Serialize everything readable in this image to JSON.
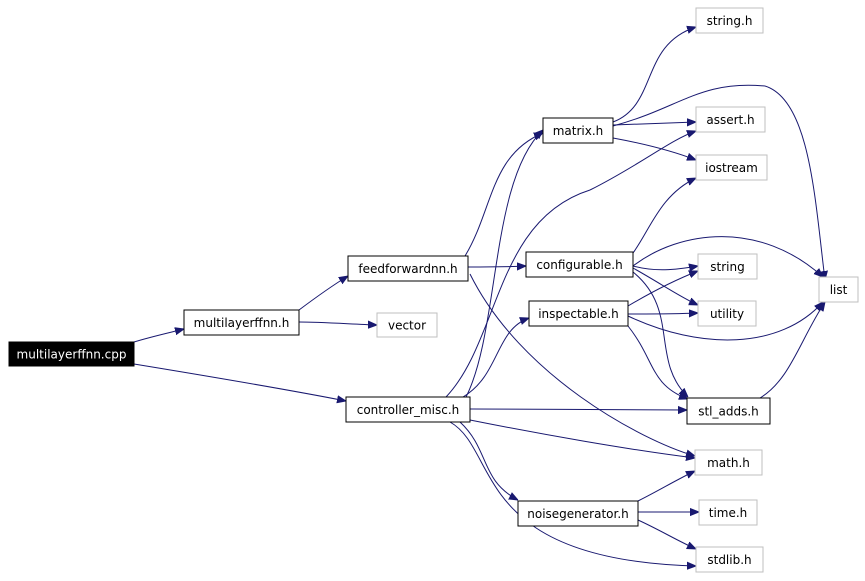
{
  "diagram": {
    "type": "include-dependency-graph",
    "colors": {
      "edge": "#191970",
      "root_fill": "#000000",
      "root_text": "#ffffff",
      "node_border": "#000000",
      "external_border": "#bfbfbf"
    },
    "nodes": [
      {
        "id": "multilayerffnn_cpp",
        "label": "multilayerffnn.cpp",
        "kind": "root"
      },
      {
        "id": "multilayerffnn_h",
        "label": "multilayerffnn.h",
        "kind": "file"
      },
      {
        "id": "feedforwardnn_h",
        "label": "feedforwardnn.h",
        "kind": "file"
      },
      {
        "id": "controller_misc_h",
        "label": "controller_misc.h",
        "kind": "file"
      },
      {
        "id": "vector",
        "label": "vector",
        "kind": "external"
      },
      {
        "id": "matrix_h",
        "label": "matrix.h",
        "kind": "file"
      },
      {
        "id": "configurable_h",
        "label": "configurable.h",
        "kind": "file"
      },
      {
        "id": "inspectable_h",
        "label": "inspectable.h",
        "kind": "file"
      },
      {
        "id": "noisegenerator_h",
        "label": "noisegenerator.h",
        "kind": "file"
      },
      {
        "id": "stl_adds_h",
        "label": "stl_adds.h",
        "kind": "file"
      },
      {
        "id": "string_h",
        "label": "string.h",
        "kind": "external"
      },
      {
        "id": "assert_h",
        "label": "assert.h",
        "kind": "external"
      },
      {
        "id": "iostream",
        "label": "iostream",
        "kind": "external"
      },
      {
        "id": "string",
        "label": "string",
        "kind": "external"
      },
      {
        "id": "utility",
        "label": "utility",
        "kind": "external"
      },
      {
        "id": "math_h",
        "label": "math.h",
        "kind": "external"
      },
      {
        "id": "time_h",
        "label": "time.h",
        "kind": "external"
      },
      {
        "id": "stdlib_h",
        "label": "stdlib.h",
        "kind": "external"
      },
      {
        "id": "list",
        "label": "list",
        "kind": "external"
      }
    ],
    "edges": [
      {
        "from": "multilayerffnn_cpp",
        "to": "multilayerffnn_h"
      },
      {
        "from": "multilayerffnn_cpp",
        "to": "controller_misc_h"
      },
      {
        "from": "multilayerffnn_h",
        "to": "feedforwardnn_h"
      },
      {
        "from": "multilayerffnn_h",
        "to": "vector"
      },
      {
        "from": "feedforwardnn_h",
        "to": "matrix_h"
      },
      {
        "from": "feedforwardnn_h",
        "to": "configurable_h"
      },
      {
        "from": "feedforwardnn_h",
        "to": "math_h"
      },
      {
        "from": "matrix_h",
        "to": "string_h"
      },
      {
        "from": "matrix_h",
        "to": "assert_h"
      },
      {
        "from": "matrix_h",
        "to": "iostream"
      },
      {
        "from": "matrix_h",
        "to": "list"
      },
      {
        "from": "configurable_h",
        "to": "iostream"
      },
      {
        "from": "configurable_h",
        "to": "list"
      },
      {
        "from": "configurable_h",
        "to": "string"
      },
      {
        "from": "configurable_h",
        "to": "utility"
      },
      {
        "from": "configurable_h",
        "to": "stl_adds_h"
      },
      {
        "from": "inspectable_h",
        "to": "string"
      },
      {
        "from": "inspectable_h",
        "to": "utility"
      },
      {
        "from": "inspectable_h",
        "to": "list"
      },
      {
        "from": "inspectable_h",
        "to": "stl_adds_h"
      },
      {
        "from": "controller_misc_h",
        "to": "matrix_h"
      },
      {
        "from": "controller_misc_h",
        "to": "assert_h"
      },
      {
        "from": "controller_misc_h",
        "to": "inspectable_h"
      },
      {
        "from": "controller_misc_h",
        "to": "stl_adds_h"
      },
      {
        "from": "controller_misc_h",
        "to": "math_h"
      },
      {
        "from": "controller_misc_h",
        "to": "noisegenerator_h"
      },
      {
        "from": "controller_misc_h",
        "to": "stdlib_h"
      },
      {
        "from": "noisegenerator_h",
        "to": "math_h"
      },
      {
        "from": "noisegenerator_h",
        "to": "time_h"
      },
      {
        "from": "noisegenerator_h",
        "to": "stdlib_h"
      },
      {
        "from": "stl_adds_h",
        "to": "list"
      }
    ]
  }
}
